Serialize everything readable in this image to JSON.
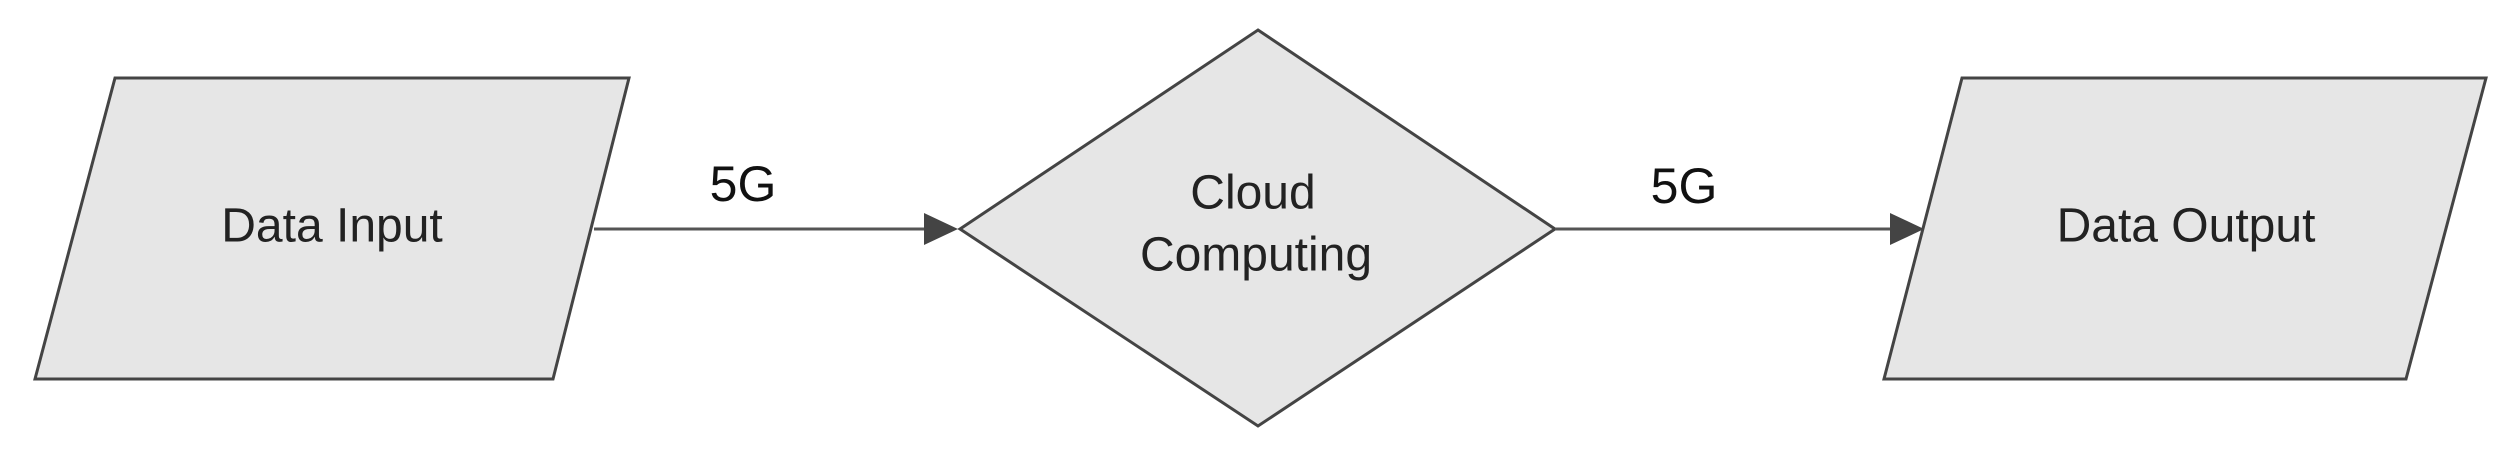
{
  "diagram": {
    "nodes": {
      "data_input": {
        "label": "Data Input",
        "shape": "parallelogram"
      },
      "cloud_computing": {
        "label_line1": "Cloud",
        "label_line2": "Computing",
        "shape": "diamond"
      },
      "data_output": {
        "label": "Data Output",
        "shape": "parallelogram"
      }
    },
    "edges": {
      "input_to_cloud": {
        "label": "5G"
      },
      "cloud_to_output": {
        "label": "5G"
      }
    },
    "colors": {
      "node_fill": "#e6e6e6",
      "node_stroke": "#444444",
      "edge": "#555555",
      "text": "#222222"
    }
  }
}
